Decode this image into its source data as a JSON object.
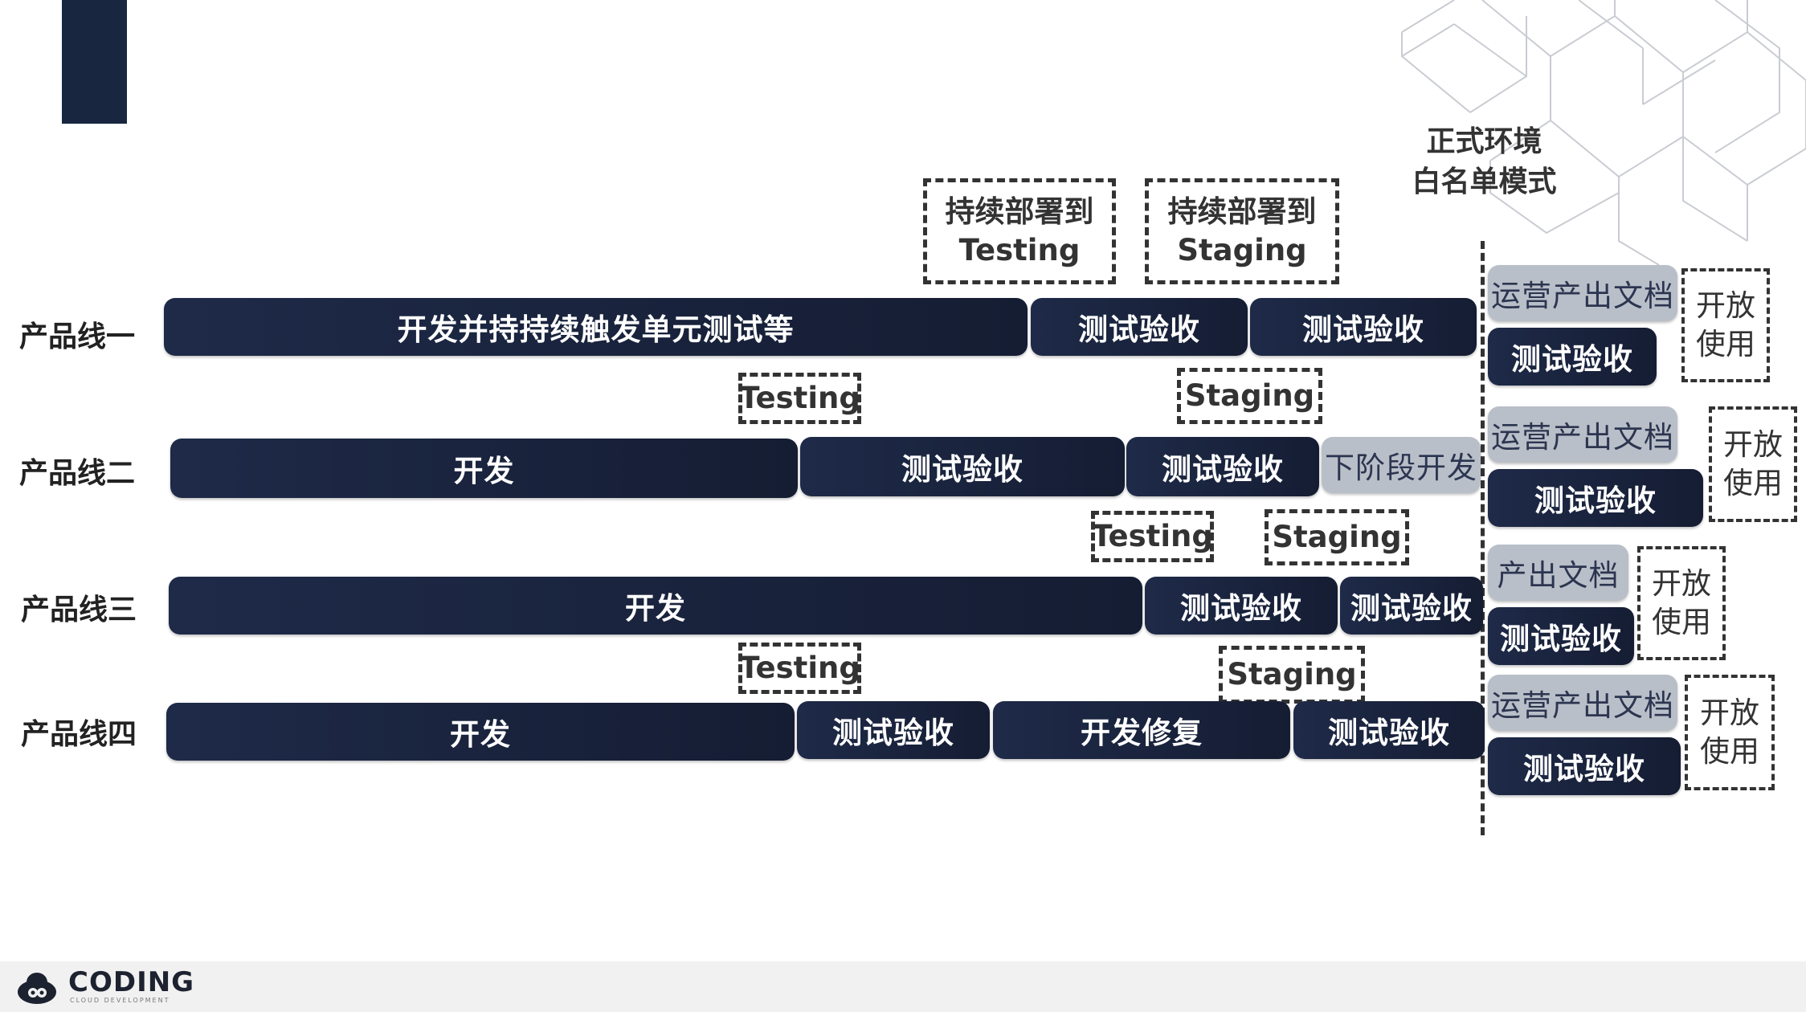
{
  "production_env": {
    "line1": "正式环境",
    "line2": "白名单模式"
  },
  "product_lines": [
    {
      "label": "产品线一",
      "stages": [
        "开发并持持续触发单元测试等",
        "测试验收",
        "测试验收"
      ],
      "deploy_markers": [
        "持续部署到\nTesting",
        "持续部署到\nStaging"
      ],
      "production": {
        "doc": "运营产出文档",
        "acceptance": "测试验收",
        "release": "开放\n使用"
      }
    },
    {
      "label": "产品线二",
      "stages": [
        "开发",
        "测试验收",
        "测试验收",
        "下阶段开发"
      ],
      "deploy_markers": [
        "Testing",
        "Staging"
      ],
      "production": {
        "doc": "运营产出文档",
        "acceptance": "测试验收",
        "release": "开放\n使用"
      }
    },
    {
      "label": "产品线三",
      "stages": [
        "开发",
        "测试验收",
        "测试验收"
      ],
      "deploy_markers": [
        "Testing",
        "Staging"
      ],
      "production": {
        "doc": "产出文档",
        "acceptance": "测试验收",
        "release": "开放\n使用"
      }
    },
    {
      "label": "产品线四",
      "stages": [
        "开发",
        "测试验收",
        "开发修复",
        "测试验收"
      ],
      "deploy_markers": [
        "Testing",
        "Staging"
      ],
      "production": {
        "doc": "运营产出文档",
        "acceptance": "测试验收",
        "release": "开放\n使用"
      }
    }
  ],
  "footer": {
    "logo_text": "CODING",
    "logo_sub": "CLOUD DEVELOPMENT"
  },
  "colors": {
    "bar": "#1b2541",
    "gray_bar": "#b9bfc8",
    "dashed_border": "#333333",
    "footer_bg": "#f1f1f1"
  }
}
